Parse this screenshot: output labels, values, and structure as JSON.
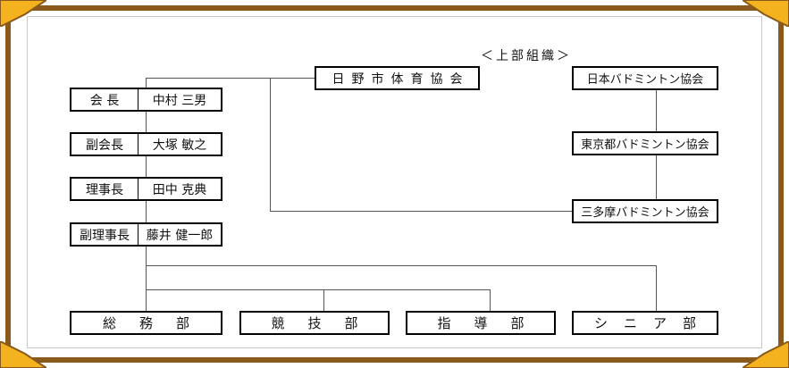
{
  "colors": {
    "frame": "#8a5a1c",
    "corner": "#f3b21e",
    "corner_shadow": "#8a5a1c",
    "box_border": "#000000",
    "connector": "#555555"
  },
  "upper_org_label": "＜上部組織＞",
  "upper_org": {
    "hino": "日野市体育協会",
    "japan": "日本バドミントン協会",
    "tokyo": "東京都バドミントン協会",
    "tama": "三多摩バドミントン協会"
  },
  "officers": [
    {
      "role": "会 長",
      "name": "中村 三男"
    },
    {
      "role": "副会長",
      "name": "大塚 敏之"
    },
    {
      "role": "理事長",
      "name": "田中 克典"
    },
    {
      "role": "副理事長",
      "name": "藤井 健一郎"
    }
  ],
  "departments": [
    "総務部",
    "競技部",
    "指導部",
    "シニア部"
  ]
}
